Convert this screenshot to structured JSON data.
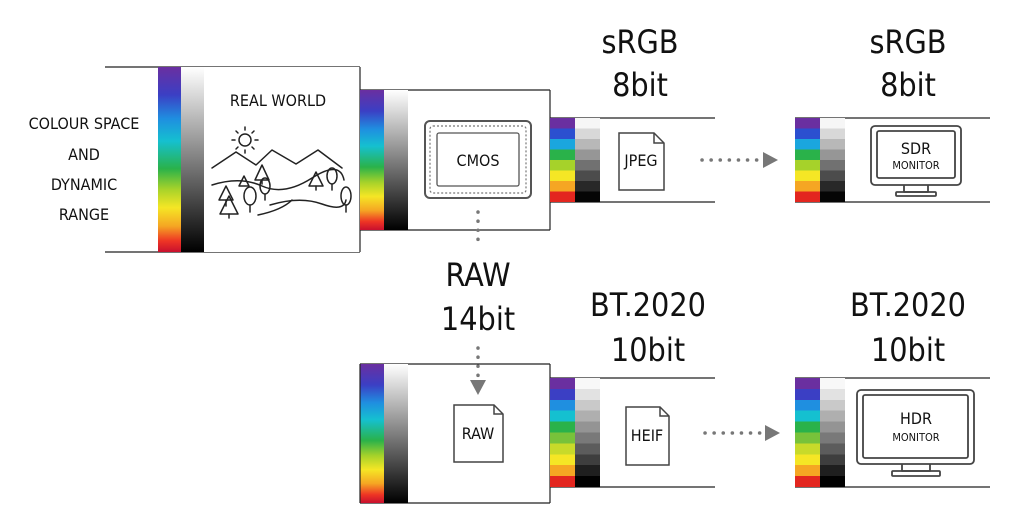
{
  "left_label": [
    "COLOUR SPACE",
    "AND",
    "DYNAMIC",
    "RANGE"
  ],
  "real_world": "REAL WORLD",
  "cmos": "CMOS",
  "raw_label": [
    "RAW",
    "14bit"
  ],
  "srgb_top": [
    "sRGB",
    "8bit"
  ],
  "srgb_right": [
    "sRGB",
    "8bit"
  ],
  "bt_mid": [
    "BT.2020",
    "10bit"
  ],
  "bt_right": [
    "BT.2020",
    "10bit"
  ],
  "jpeg": "JPEG",
  "raw_file": "RAW",
  "heif": "HEIF",
  "sdr_monitor": [
    "SDR",
    "MONITOR"
  ],
  "hdr_monitor": [
    "HDR",
    "MONITOR"
  ],
  "colors": {
    "spectrum": [
      "#6a2fa0",
      "#3b3fc4",
      "#1f8fe0",
      "#15c0d0",
      "#2ab24a",
      "#a6d22a",
      "#f5e625",
      "#f5a623",
      "#ee3524",
      "#c8102e"
    ],
    "arrow": "#777777"
  }
}
